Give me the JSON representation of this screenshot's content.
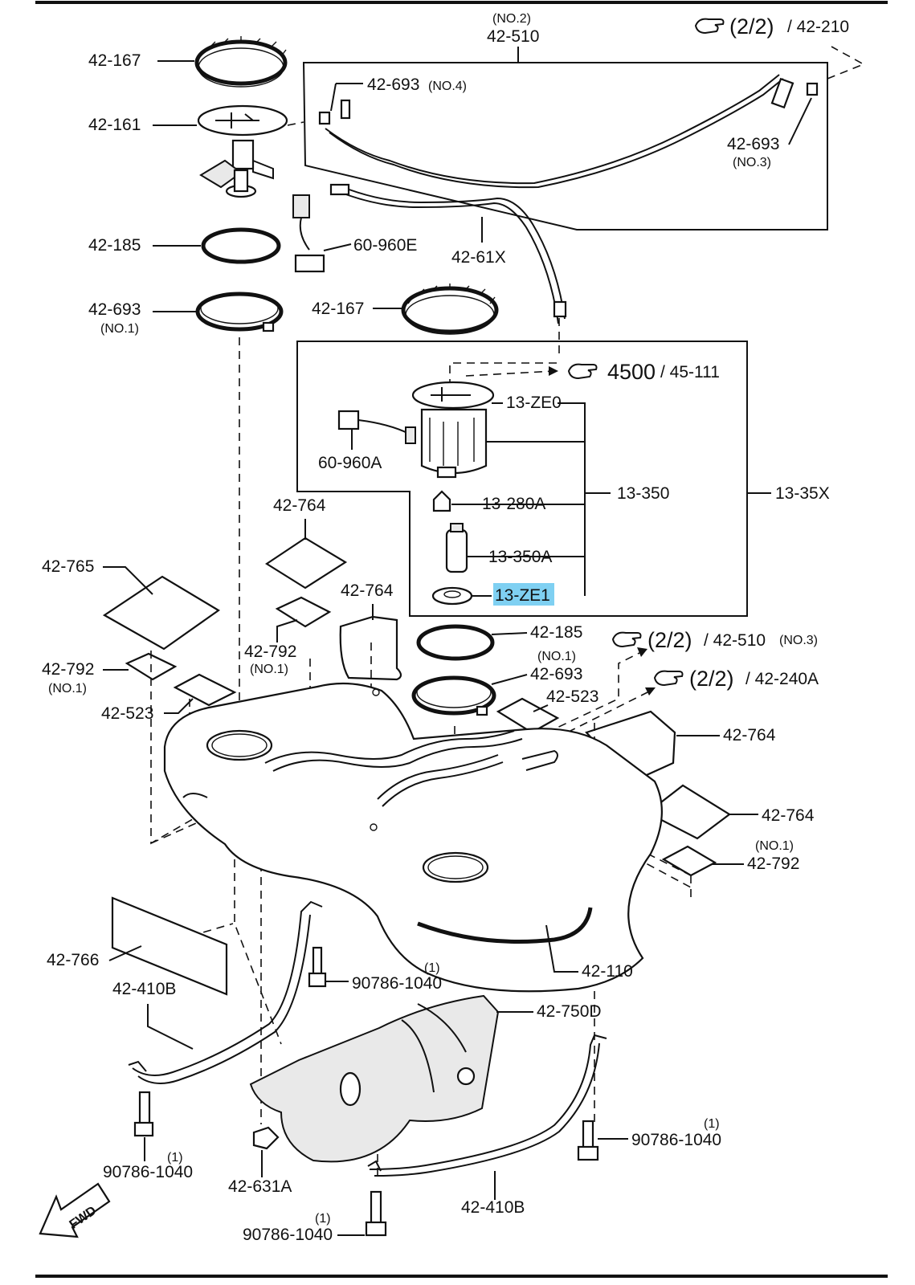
{
  "labels": {
    "l_42_167_a": "42-167",
    "l_42_161": "42-161",
    "l_42_185_a": "42-185",
    "l_42_693_a": "42-693",
    "l_no1_a": "(NO.1)",
    "l_60_960e": "60-960E",
    "l_42_61x": "42-61X",
    "l_no2": "(NO.2)",
    "l_42_510": "42-510",
    "l_42_693_no4": "42-693",
    "l_no4": "(NO.4)",
    "l_42_693_no3": "42-693",
    "l_no3": "(NO.3)",
    "l_ref1_frac": "(2/2)",
    "l_ref1_part": "/ 42-210",
    "l_42_167_b": "42-167",
    "l_ref_4500": "4500",
    "l_ref_4500_part": "/ 45-111",
    "l_13_ze0": "13-ZE0",
    "l_60_960a": "60-960A",
    "l_13_350": "13-350",
    "l_13_35x": "13-35X",
    "l_13_280a": "13-280A",
    "l_13_350a": "13-350A",
    "l_13_ze1": "13-ZE1",
    "l_42_764_a": "42-764",
    "l_42_765": "42-765",
    "l_42_764_b": "42-764",
    "l_42_792_a": "42-792",
    "l_no1_b": "(NO.1)",
    "l_42_792_b": "42-792",
    "l_no1_c": "(NO.1)",
    "l_42_523_a": "42-523",
    "l_42_185_b": "42-185",
    "l_no1_d": "(NO.1)",
    "l_42_693_b": "42-693",
    "l_42_523_b": "42-523",
    "l_ref2_frac": "(2/2)",
    "l_ref2_part": "/ 42-510",
    "l_ref2_no3": "(NO.3)",
    "l_ref3_frac": "(2/2)",
    "l_ref3_part": "/ 42-240A",
    "l_42_764_c": "42-764",
    "l_42_764_d": "42-764",
    "l_no1_e": "(NO.1)",
    "l_42_792_c": "42-792",
    "l_42_766": "42-766",
    "l_42_410b_a": "42-410B",
    "l_42_110": "42-110",
    "l_qty_a": "(1)",
    "l_90786_a": "90786-1040",
    "l_42_750d": "42-750D",
    "l_qty_b": "(1)",
    "l_90786_b": "90786-1040",
    "l_qty_c": "(1)",
    "l_90786_c": "90786-1040",
    "l_42_631a": "42-631A",
    "l_42_410b_b": "42-410B",
    "l_qty_d": "(1)",
    "l_90786_d": "90786-1040",
    "l_fwd": "FWD"
  },
  "colors": {
    "line": "#111111",
    "highlight": "#7fd0f2",
    "background": "#ffffff"
  },
  "highlighted_label": "13-ZE1",
  "icons": [
    "pointing-hand-icon",
    "fwd-arrow-icon"
  ]
}
